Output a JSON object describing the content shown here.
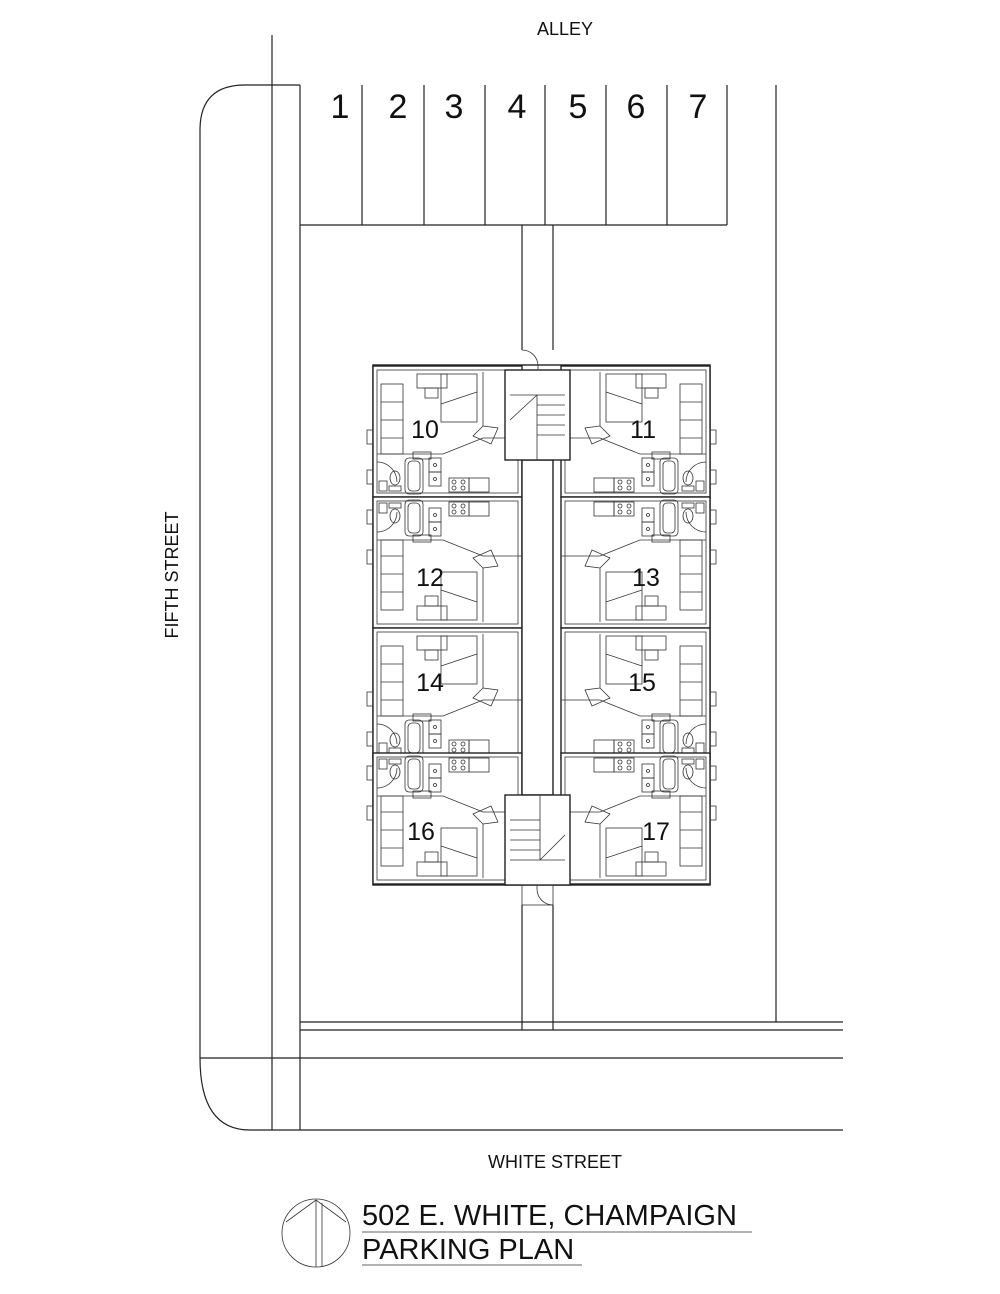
{
  "labels": {
    "alley": "ALLEY",
    "fifth_street": "FIFTH STREET",
    "white_street": "WHITE STREET"
  },
  "parking_spaces": [
    "1",
    "2",
    "3",
    "4",
    "5",
    "6",
    "7"
  ],
  "units": [
    "10",
    "11",
    "12",
    "13",
    "14",
    "15",
    "16",
    "17"
  ],
  "title": {
    "line1": "502 E. WHITE, CHAMPAIGN",
    "line2": "PARKING PLAN"
  },
  "colors": {
    "line": "#222222",
    "background": "#ffffff"
  }
}
